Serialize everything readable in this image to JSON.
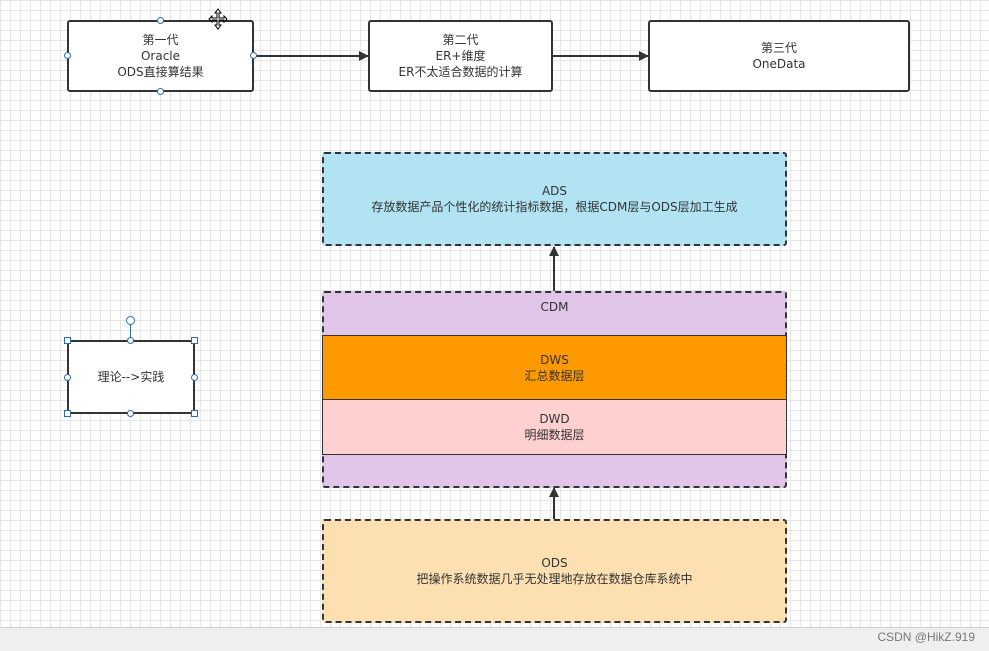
{
  "top_row": {
    "gen1": {
      "line1": "第一代",
      "line2": "Oracle",
      "line3": "ODS直接算结果"
    },
    "gen2": {
      "line1": "第二代",
      "line2": "ER+维度",
      "line3": "ER不太适合数据的计算"
    },
    "gen3": {
      "line1": "第三代",
      "line2": "OneData"
    }
  },
  "ads": {
    "title": "ADS",
    "desc": "存放数据产品个性化的统计指标数据，根据CDM层与ODS层加工生成"
  },
  "cdm": {
    "title": "CDM"
  },
  "dws": {
    "title": "DWS",
    "desc": "汇总数据层"
  },
  "dwd": {
    "title": "DWD",
    "desc": "明细数据层"
  },
  "ods": {
    "title": "ODS",
    "desc": "把操作系统数据几乎无处理地存放在数据仓库系统中"
  },
  "side_note": {
    "text": "理论-->实践"
  },
  "watermark": "CSDN @HikZ.919",
  "colors": {
    "ads_fill": "#b1e3f2",
    "cdm_fill": "#e1c5e8",
    "dws_fill": "#ff9900",
    "dwd_fill": "#ffd0d0",
    "ods_fill": "#fde0b2",
    "handle_blue": "#2b6cb0"
  },
  "icons": [
    "move-cursor-icon",
    "arrow-right-icon",
    "arrow-up-icon"
  ]
}
